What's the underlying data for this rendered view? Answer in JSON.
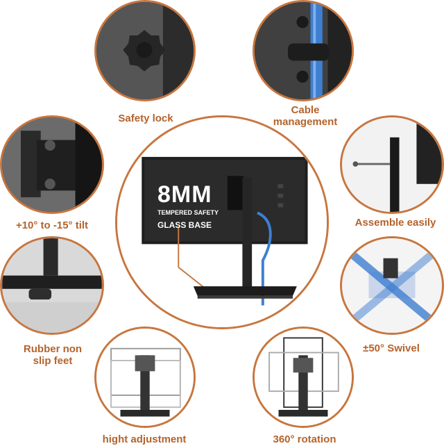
{
  "main": {
    "headline": "8MM",
    "subline1": "TEMPERED SAFETY",
    "subline2": "GLASS BASE"
  },
  "features": {
    "safety_lock": "Safety lock",
    "cable_line1": "Cable",
    "cable_line2": "management",
    "tilt": "+10° to -15° tilt",
    "assemble": "Assemble easily",
    "rubber_line1": "Rubber non",
    "rubber_line2": "slip feet",
    "swivel": "±50° Swivel",
    "height": "hight adjustment",
    "rotation": "360° rotation"
  },
  "colors": {
    "accent": "#c7763f",
    "label": "#b4632c",
    "cable_blue": "#3f7fd0"
  }
}
